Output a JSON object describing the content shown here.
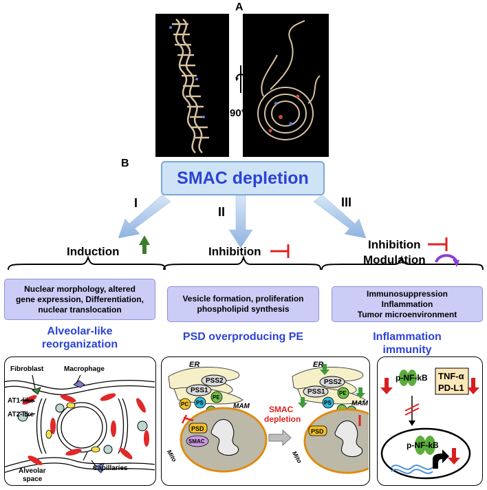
{
  "panel_a": {
    "letter": "A",
    "rotation_label": "90°"
  },
  "panel_b": {
    "letter": "B",
    "center": "SMAC depletion",
    "branches": [
      {
        "roman": "I",
        "header": "Induction",
        "box_lines": [
          "Nuclear  morphology, altered",
          "gene expression, Differentiation,",
          "nuclear translocation"
        ],
        "title_lines": [
          "Alveolar-like",
          "reorganization"
        ]
      },
      {
        "roman": "II",
        "header": "Inhibition",
        "box_lines": [
          "Vesicle  formation, proliferation",
          "phospholipid synthesis"
        ],
        "title_lines": [
          "PSD overproducing PE"
        ]
      },
      {
        "roman": "III",
        "header_lines": [
          "Inhibition",
          "Modulation"
        ],
        "box_lines": [
          "Immunosuppression",
          "Inflammation",
          "Tumor microenvironment"
        ],
        "title_lines": [
          "Inflammation",
          "immunity"
        ]
      }
    ],
    "lung_labels": {
      "fibroblast": "Fibroblast",
      "macrophage": "Macrophage",
      "at1": "AT1-like",
      "at2": "AT2-like",
      "alveolar": [
        "Alveolar",
        "space"
      ],
      "capillaries": "Capillaries"
    },
    "er_labels": {
      "er": "ER",
      "mam": "MAM",
      "mito": "Mito",
      "pss1": "PSS1",
      "pss2": "PSS2",
      "pe": "PE",
      "ps": "PS",
      "pc": "PC",
      "psd": "PSD",
      "smac": "SMAC",
      "depletion": [
        "SMAC",
        "depletion"
      ]
    },
    "nfkb_labels": {
      "pnfkb": "p-NF-kB",
      "tnf": "TNF-α",
      "pdl1": "PD-L1"
    }
  },
  "colors": {
    "accent_blue": "#2b43d4",
    "box_fill": "#cccdf6",
    "arrow_green": "#3d7d2a",
    "red": "#e02020",
    "purple": "#8a3fd6"
  }
}
